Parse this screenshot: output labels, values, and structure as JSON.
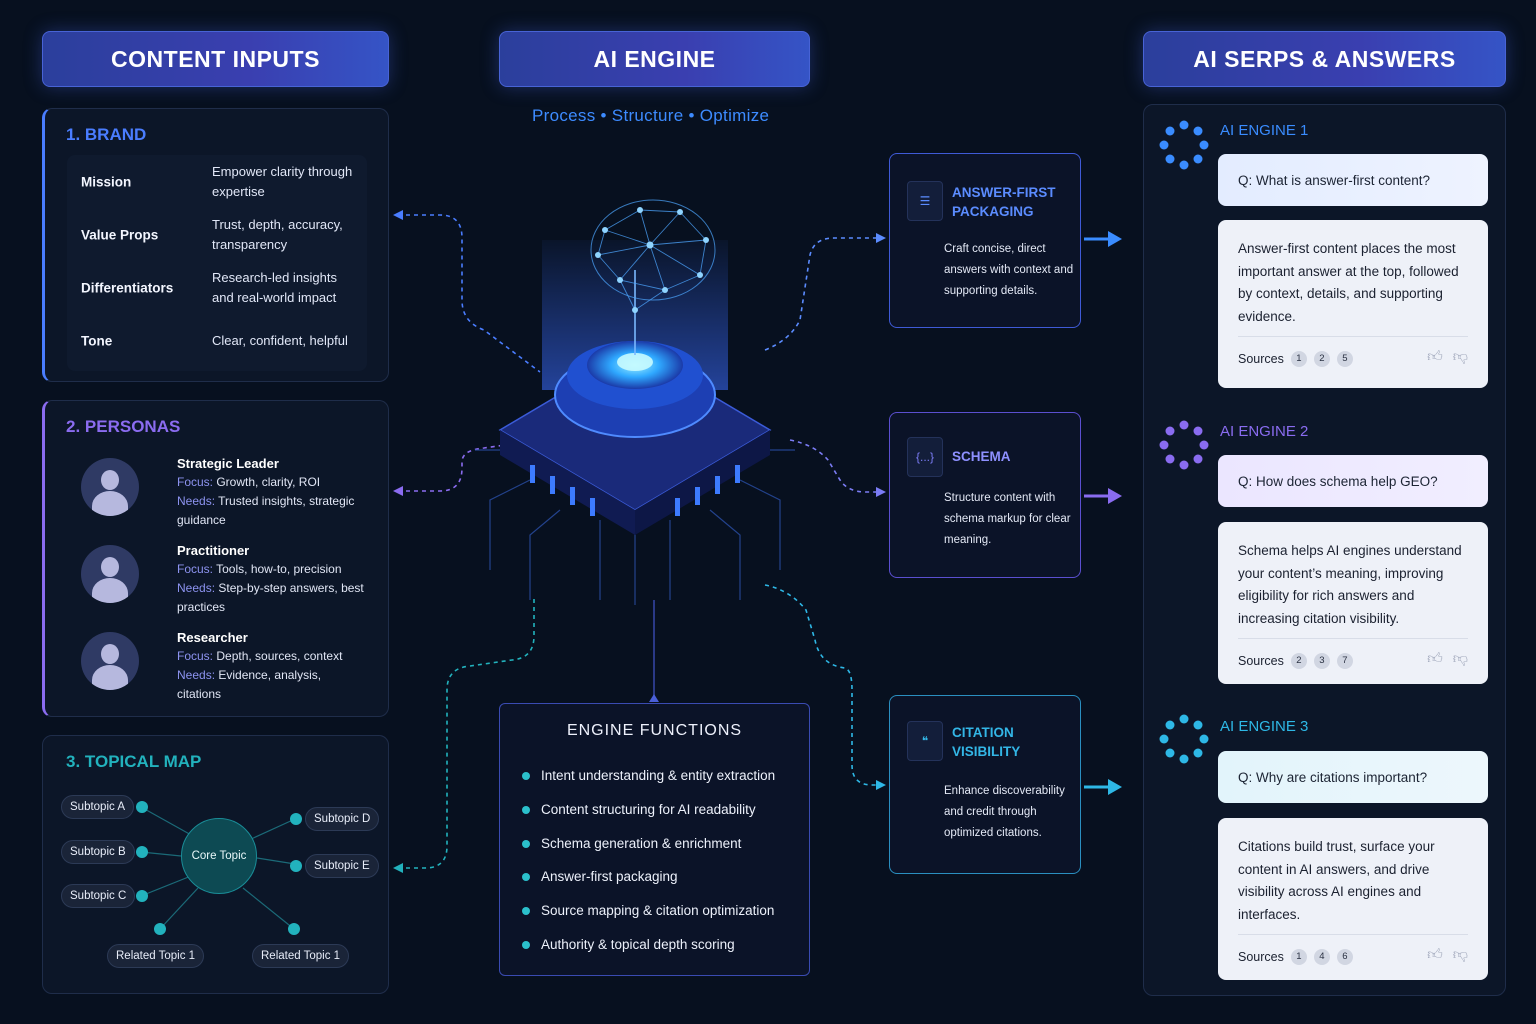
{
  "headers": {
    "inputs": "CONTENT INPUTS",
    "engine": "AI ENGINE",
    "serps": "AI SERPS & ANSWERS"
  },
  "engine_subtitle": "Process • Structure • Optimize",
  "brand": {
    "title": "1. BRAND",
    "rows": [
      {
        "key": "Mission",
        "value": "Empower clarity through expertise"
      },
      {
        "key": "Value Props",
        "value": "Trust, depth, accuracy, transparency"
      },
      {
        "key": "Differentiators",
        "value": "Research-led insights and real-world impact"
      },
      {
        "key": "Tone",
        "value": "Clear, confident, helpful"
      }
    ]
  },
  "personas": {
    "title": "2. PERSONAS",
    "focus_label": "Focus:",
    "needs_label": "Needs:",
    "items": [
      {
        "name": "Strategic Leader",
        "focus": " Growth, clarity, ROI",
        "needs": " Trusted insights, strategic guidance"
      },
      {
        "name": "Practitioner",
        "focus": " Tools, how-to, precision",
        "needs": " Step-by-step answers, best practices"
      },
      {
        "name": "Researcher",
        "focus": " Depth, sources, context",
        "needs": " Evidence, analysis, citations"
      }
    ]
  },
  "topical_map": {
    "title": "3. TOPICAL MAP",
    "core": "Core Topic",
    "subtopics": [
      "Subtopic A",
      "Subtopic B",
      "Subtopic C",
      "Subtopic D",
      "Subtopic E"
    ],
    "related": [
      "Related Topic 1",
      "Related Topic 1"
    ]
  },
  "engine_functions": {
    "title": "ENGINE FUNCTIONS",
    "items": [
      "Intent understanding & entity extraction",
      "Content structuring for AI readability",
      "Schema generation & enrichment",
      "Answer-first packaging",
      "Source mapping & citation optimization",
      "Authority & topical depth scoring"
    ]
  },
  "process": [
    {
      "title": "ANSWER-FIRST PACKAGING",
      "desc": "Craft concise, direct answers with context and supporting details.",
      "icon": "list-icon",
      "glyph": "☰",
      "color": "#5b8cff"
    },
    {
      "title": "SCHEMA",
      "desc": "Structure content with schema markup for clear meaning.",
      "icon": "code-braces-icon",
      "glyph": "{...}",
      "color": "#7b7cf5"
    },
    {
      "title": "CITATION VISIBILITY",
      "desc": "Enhance discoverability and credit through optimized citations.",
      "icon": "quote-icon",
      "glyph": "❝",
      "color": "#33b6e6"
    }
  ],
  "serps": [
    {
      "engine": "AI ENGINE 1",
      "question": "Q: What is answer-first content?",
      "answer": "Answer-first content places the most important answer at the top, followed by context, details, and supporting evidence.",
      "sources_label": "Sources",
      "sources": [
        "1",
        "2",
        "5"
      ],
      "color": "#3a8cff"
    },
    {
      "engine": "AI ENGINE 2",
      "question": "Q: How does schema help GEO?",
      "answer": "Schema helps AI engines understand your content’s meaning, improving eligibility for rich answers and increasing citation visibility.",
      "sources_label": "Sources",
      "sources": [
        "2",
        "3",
        "7"
      ],
      "color": "#8a6cf0"
    },
    {
      "engine": "AI ENGINE 3",
      "question": "Q: Why are citations important?",
      "answer": "Citations build trust, surface your content in AI answers, and drive visibility across AI engines and interfaces.",
      "sources_label": "Sources",
      "sources": [
        "1",
        "4",
        "6"
      ],
      "color": "#2eb8e6"
    }
  ],
  "colors": {
    "brand_accent": "#4a7dff",
    "persona_accent": "#8b6cf0",
    "topic_accent": "#22b2bd",
    "background": "#07101f"
  }
}
